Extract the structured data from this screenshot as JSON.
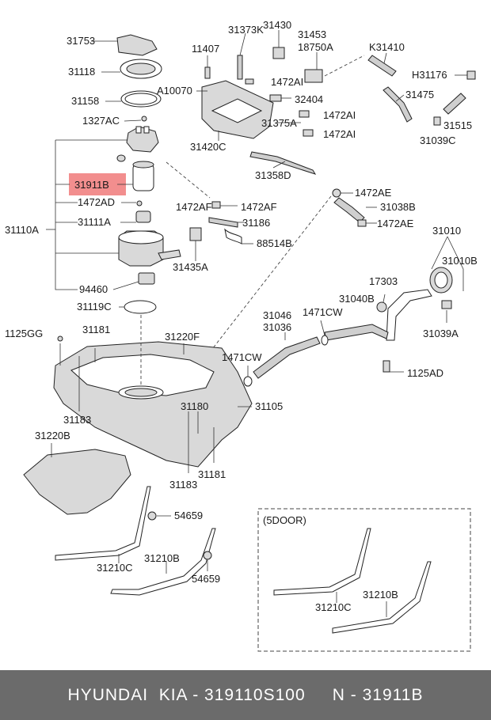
{
  "part_labels": {
    "p31753": "31753",
    "p31118": "31118",
    "p31158": "31158",
    "p1327AC": "1327AC",
    "p31911B": "31911B",
    "p1472AD": "1472AD",
    "p31110A": "31110A",
    "p31111A": "31111A",
    "p94460": "94460",
    "p31119C": "31119C",
    "p1125GG": "1125GG",
    "p31181a": "31181",
    "p31220F": "31220F",
    "p31183a": "31183",
    "p31180": "31180",
    "p31105": "31105",
    "p31183b": "31183",
    "p31181b": "31181",
    "p31220B": "31220B",
    "p54659a": "54659",
    "p31210Ca": "31210C",
    "p31210Ba": "31210B",
    "p54659b": "54659",
    "p11407": "11407",
    "pA10070": "A10070",
    "p31420C": "31420C",
    "p31373K": "31373K",
    "p31430": "31430",
    "p31453": "31453",
    "p18750A": "18750A",
    "p1472AIa": "1472AI",
    "p32404": "32404",
    "p1472AIb": "1472AI",
    "p31375A": "31375A",
    "p1472AIc": "1472AI",
    "p31358D": "31358D",
    "pK31410": "K31410",
    "pH31176": "H31176",
    "p31475": "31475",
    "p31515": "31515",
    "p31039C": "31039C",
    "p1472AEa": "1472AE",
    "p31038B": "31038B",
    "p1472AEb": "1472AE",
    "p1472AFa": "1472AF",
    "p1472AFb": "1472AF",
    "p31186": "31186",
    "p88514B": "88514B",
    "p31435A": "31435A",
    "p31010": "31010",
    "p31010B": "31010B",
    "p17303": "17303",
    "p31046": "31046",
    "p31036": "31036",
    "p1471CWa": "1471CW",
    "p31040B": "31040B",
    "p31039A": "31039A",
    "p1471CWb": "1471CW",
    "p1125AD": "1125AD",
    "p5door": "(5DOOR)",
    "p31210Cb": "31210C",
    "p31210Bb": "31210B"
  },
  "highlighted_part": "31911B",
  "highlight_color": "#f07a7a",
  "footer_text": "HYUNDAI  KIA - 319110S100     N - 31911B"
}
